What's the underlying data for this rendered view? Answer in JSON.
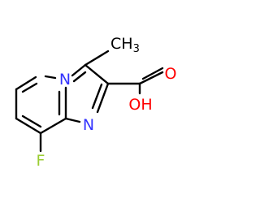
{
  "molecule": {
    "atoms": {
      "N_ring": {
        "text": "N",
        "color": "#3333ff"
      },
      "N_imine": {
        "text": "N",
        "color": "#3333ff"
      },
      "F": {
        "text": "F",
        "color": "#9acd32"
      },
      "methyl": {
        "text": "CH",
        "subscript": "3",
        "color": "#000000"
      },
      "O_carbonyl": {
        "text": "O",
        "color": "#ff0000"
      },
      "O_hydroxyl": {
        "text": "OH",
        "color": "#ff0000"
      }
    },
    "bond_color": "#000000"
  }
}
